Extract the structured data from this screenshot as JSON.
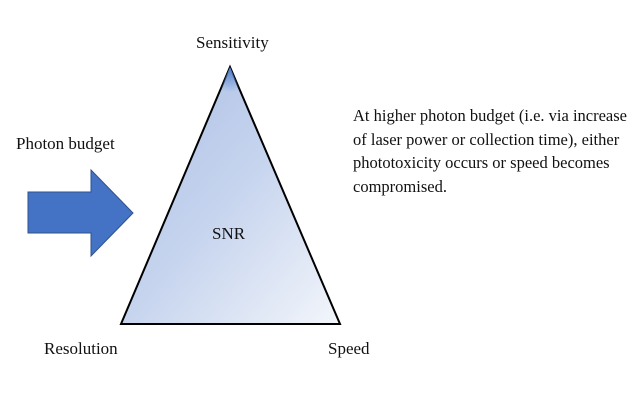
{
  "labels": {
    "top": "Sensitivity",
    "left": "Resolution",
    "right": "Speed",
    "center": "SNR",
    "input": "Photon budget"
  },
  "description": "At higher photon budget (i.e. via increase of laser power or collection time), either phototoxicity occurs or speed becomes compromised.",
  "colors": {
    "arrow": "#4472c4",
    "arrow_stroke": "#2f528f",
    "triangle_top": "#aec2e6",
    "triangle_bottom": "#f2f5fb"
  }
}
